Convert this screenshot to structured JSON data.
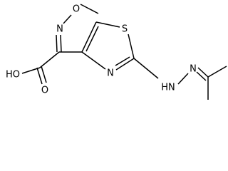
{
  "molecule": {
    "atoms": {
      "o_methoxy": "O",
      "n_oxime": "N",
      "s_thiazole": "S",
      "n_thiazole": "N",
      "hn_hydrazone": "HN",
      "n_hydrazone": "N",
      "oh": "HO",
      "o_carbonyl": "O"
    }
  },
  "colors": {
    "bond": "#000000",
    "label": "#000000",
    "background": "#ffffff"
  }
}
